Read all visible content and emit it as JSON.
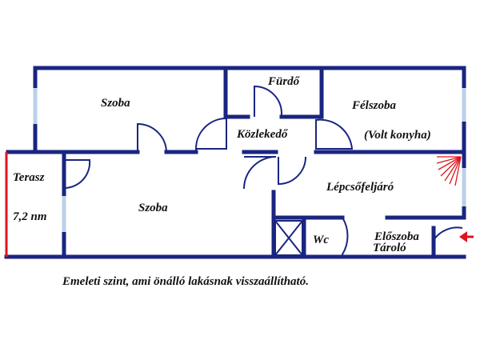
{
  "colors": {
    "wall": "#1a2580",
    "window": "#bcd0e8",
    "terrace_edge": "#e0141e",
    "entrance_arrow": "#e0141e"
  },
  "rooms": {
    "szoba_top": "Szoba",
    "furdo": "Fürdő",
    "felszoba": "Félszoba",
    "volt_konyha": "(Volt konyha)",
    "kozlekedo": "Közlekedő",
    "terasz": "Terasz",
    "terasz_area": "7,2 nm",
    "szoba_bottom": "Szoba",
    "lepcsofeljaro": "Lépcsőfeljáró",
    "wc": "Wc",
    "eloszoba": "Előszoba",
    "tarolo": "Tároló"
  },
  "icons": {
    "entrance": "arrow-left-icon",
    "stairs": "stair-rays-icon"
  },
  "caption": "Emeleti szint, ami önálló lakásnak visszaállítható."
}
